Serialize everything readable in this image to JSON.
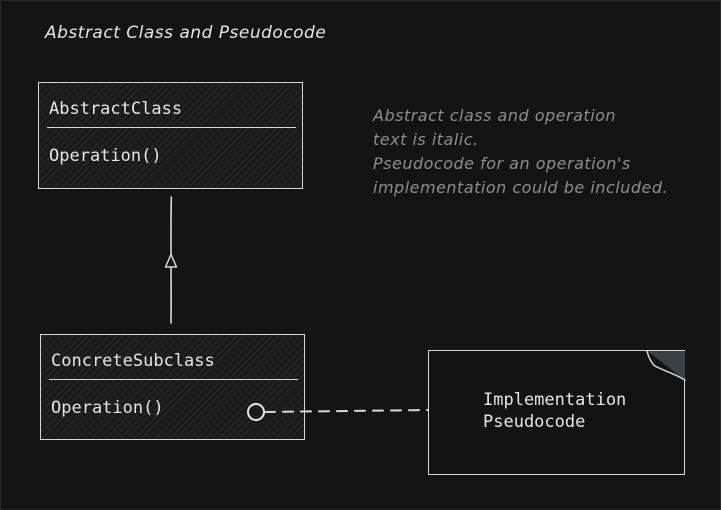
{
  "diagram": {
    "title": "Abstract Class and Pseudocode",
    "note_lines": [
      "Abstract class and operation",
      "text is italic.",
      "Pseudocode for an operation's",
      "implementation could be included."
    ],
    "abstract_class": {
      "name": "AbstractClass",
      "operation": "Operation()"
    },
    "concrete_class": {
      "name": "ConcreteSubclass",
      "operation": "Operation()"
    },
    "implementation_note": {
      "lines": [
        "Implementation",
        "Pseudocode"
      ]
    },
    "colors": {
      "background": "#141414",
      "stroke": "#d8d8d8",
      "text": "#e6e6e6",
      "note_text": "#8e8e8e"
    }
  }
}
